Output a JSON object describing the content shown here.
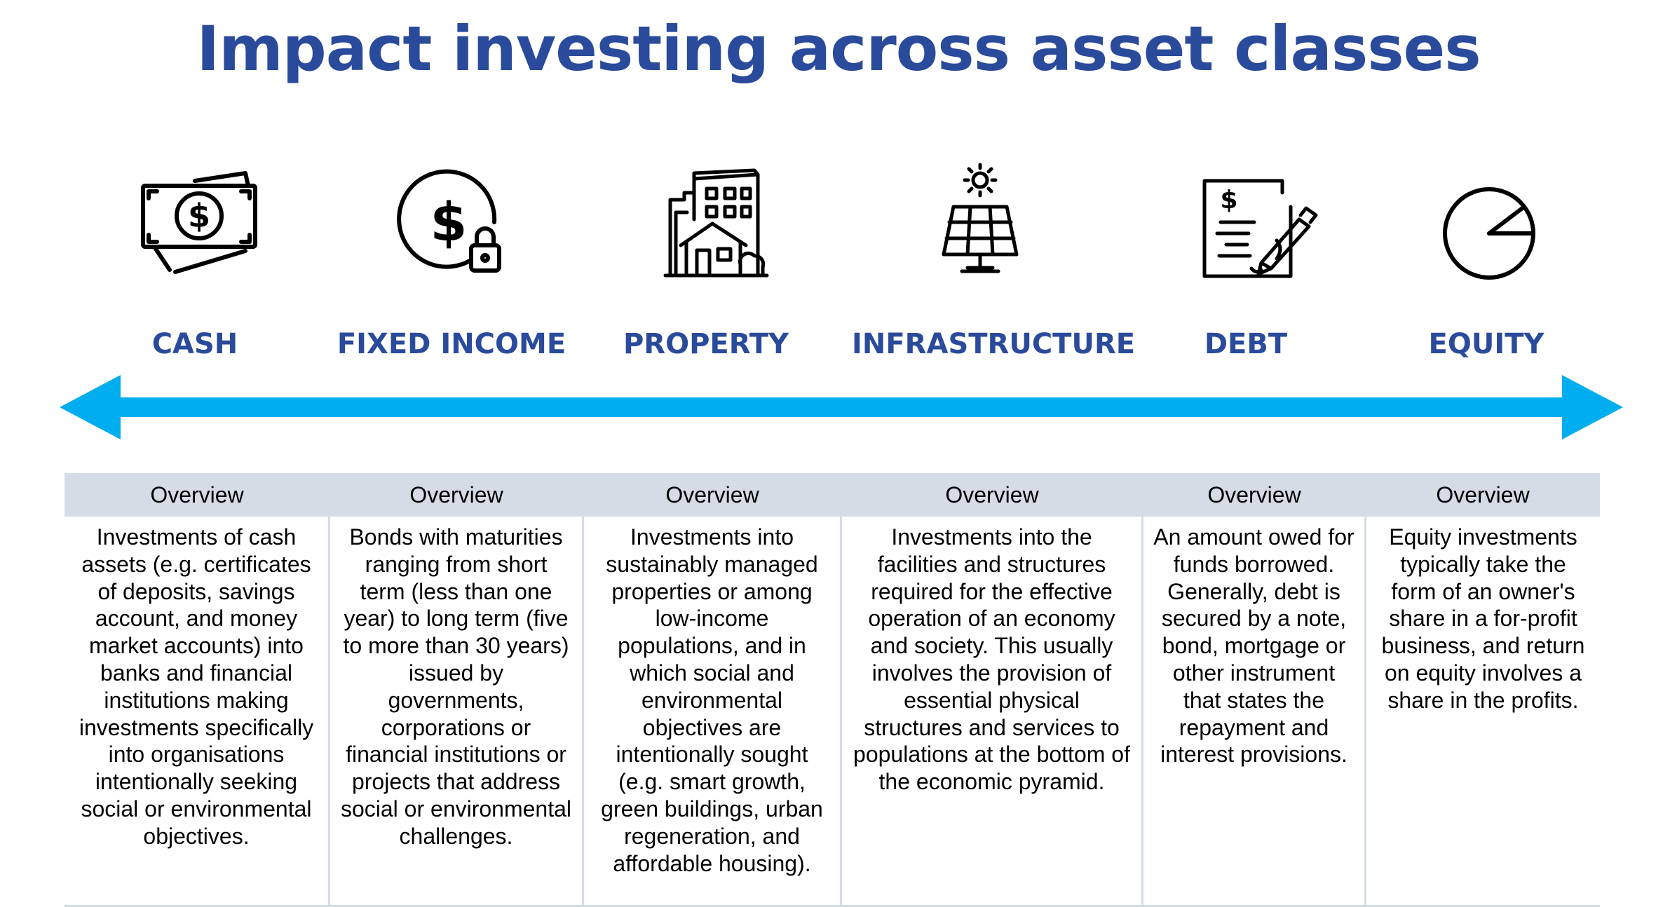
{
  "title": "Impact investing across asset classes",
  "colors": {
    "title": "#2a4a9b",
    "arrow": "#00aeef",
    "header_bg": "#d6dce6"
  },
  "columns": [
    {
      "label": "CASH",
      "icon": "cash-banknote-icon",
      "header": "Overview",
      "body": "Investments of cash assets (e.g. certificates of deposits, savings account, and money market accounts) into banks and financial institutions making investments specifically into organisations intentionally seeking social or environmental objectives."
    },
    {
      "label": "FIXED INCOME",
      "icon": "dollar-lock-icon",
      "header": "Overview",
      "body": "Bonds with maturities ranging from short term (less than one year) to long term (five to more than 30 years) issued by governments, corporations or financial institutions or projects that address social or environmental challenges."
    },
    {
      "label": "PROPERTY",
      "icon": "buildings-house-icon",
      "header": "Overview",
      "body": "Investments into sustainably managed properties or among low-income populations, and in which social and environmental objectives are intentionally sought (e.g. smart growth, green buildings, urban regeneration, and affordable housing)."
    },
    {
      "label": "INFRASTRUCTURE",
      "icon": "solar-panel-icon",
      "header": "Overview",
      "body": "Investments into the facilities and structures required for the effective operation of an economy and society. This usually involves the provision of essential physical structures and services to populations at the bottom of the economic pyramid."
    },
    {
      "label": "DEBT",
      "icon": "signed-document-icon",
      "header": "Overview",
      "body": "An amount owed for funds borrowed. Generally, debt is secured by a note, bond, mortgage or other instrument that states the repayment and interest provisions."
    },
    {
      "label": "EQUITY",
      "icon": "pie-chart-icon",
      "header": "Overview",
      "body": "Equity investments typically take the form of an owner's share in a for-profit business, and return on equity involves a share in the profits."
    }
  ]
}
